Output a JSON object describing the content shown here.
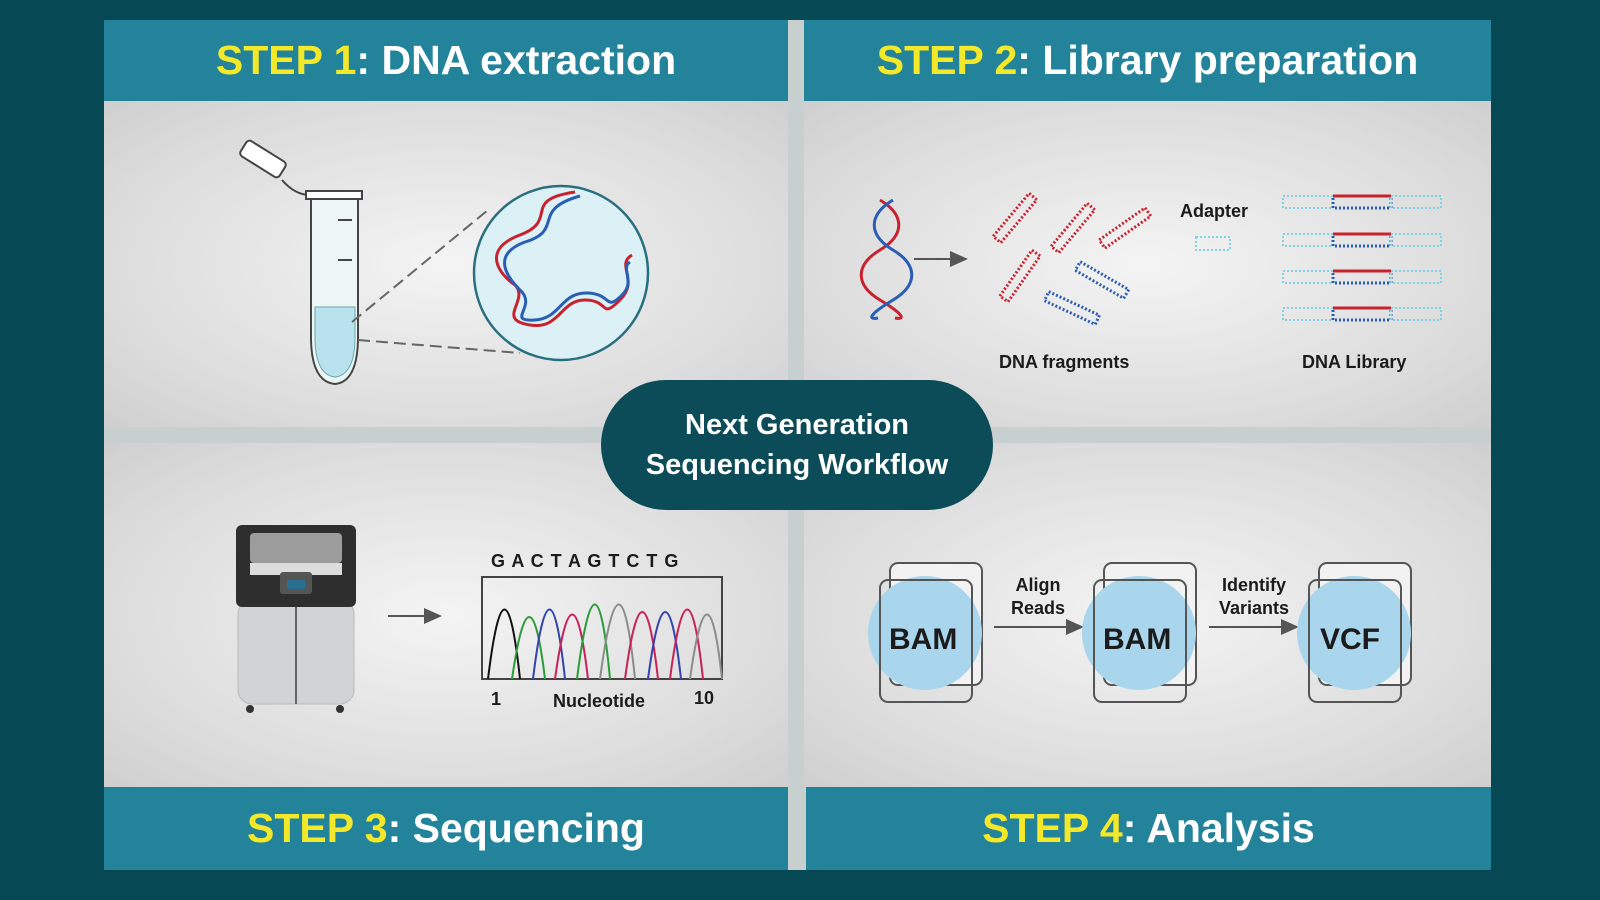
{
  "center": {
    "line1": "Next Generation",
    "line2": "Sequencing Workflow"
  },
  "steps": [
    {
      "prefix": "STEP 1",
      "title": ": DNA extraction"
    },
    {
      "prefix": "STEP 2",
      "title": ": Library preparation"
    },
    {
      "prefix": "STEP 3",
      "title": ": Sequencing"
    },
    {
      "prefix": "STEP 4",
      "title": ": Analysis"
    }
  ],
  "step2": {
    "adapter": "Adapter",
    "fragments": "DNA fragments",
    "library": "DNA Library"
  },
  "step3": {
    "sequence": "G A C T A G T C T G",
    "start": "1",
    "axis": "Nucleotide",
    "end": "10"
  },
  "step4": {
    "file1": "BAM",
    "file2": "BAM",
    "file3": "VCF",
    "arrow1": [
      "Align",
      "Reads"
    ],
    "arrow2": [
      "Identify",
      "Variants"
    ]
  },
  "colors": {
    "background": "#074855",
    "band": "#23839a",
    "step_label": "#f3e829",
    "strand_red": "#c8222f",
    "strand_blue": "#2a5eb4",
    "adapter": "#7fd3e3",
    "file_fill": "#a9d6ec"
  }
}
